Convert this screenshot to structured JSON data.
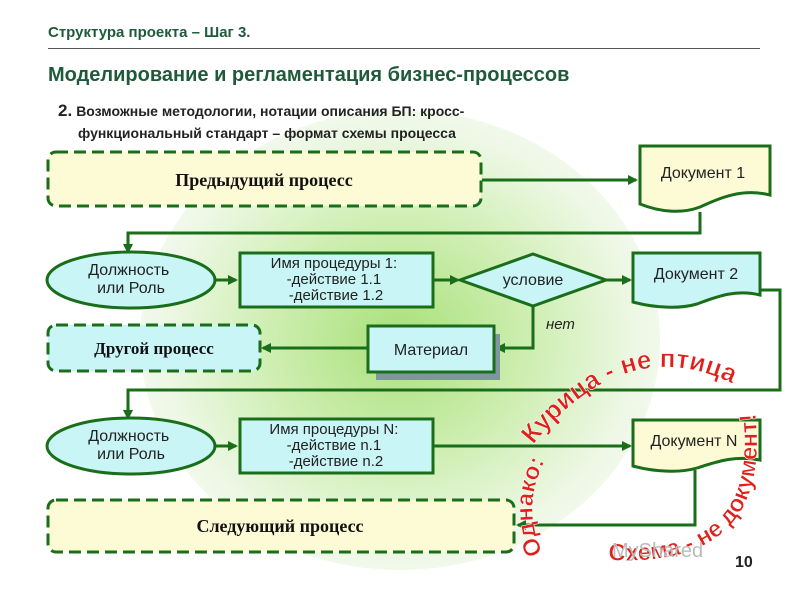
{
  "header": {
    "step": "Структура проекта – Шаг 3.",
    "title": "Моделирование и регламентация бизнес-процессов"
  },
  "subtitle": {
    "number": "2.",
    "line1": "Возможные методологии, нотации описания БП: кросс-",
    "line2": "функциональный стандарт – формат схемы процесса"
  },
  "diagram": {
    "prev_process": "Предыдущий процесс",
    "other_process": "Другой процесс",
    "next_process": "Следующий процесс",
    "role_1": [
      "Должность",
      "или Роль"
    ],
    "role_2": [
      "Должность",
      "или Роль"
    ],
    "procedure_1": [
      "Имя процедуры 1:",
      "-действие 1.1",
      "-действие 1.2"
    ],
    "procedure_n": [
      "Имя процедуры N:",
      "-действие n.1",
      "-действие n.2"
    ],
    "condition": "условие",
    "no_label": "нет",
    "material": "Материал",
    "doc_1": "Документ 1",
    "doc_2": "Документ 2",
    "doc_n": "Документ N",
    "stamp_1": "Курица - не птица!",
    "stamp_2": "Однако:",
    "stamp_3": "Схема - не документ!"
  },
  "watermark": "MyShared",
  "page_number": "10",
  "colors": {
    "green": "#1a6e1a",
    "yellow_fill": "#fdfbd6",
    "cyan_fill": "#c9f5f7",
    "red": "#e0201a",
    "header": "#1f5a3a"
  }
}
